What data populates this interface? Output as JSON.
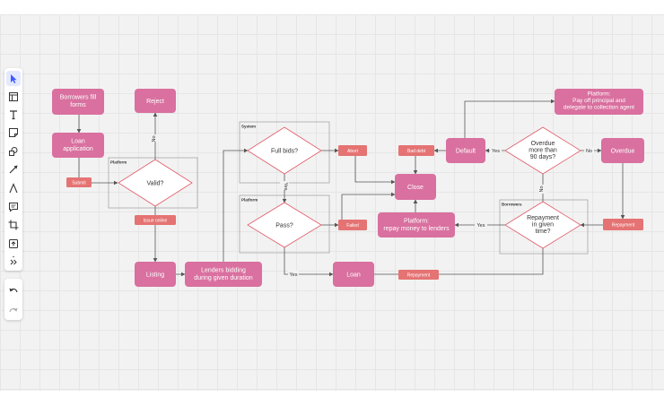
{
  "toolbar": {
    "tools": [
      {
        "name": "select-tool",
        "icon": "pointer-icon",
        "active": true
      },
      {
        "name": "frame-tool",
        "icon": "frame-icon"
      },
      {
        "name": "text-tool",
        "icon": "text-icon"
      },
      {
        "name": "sticky-note-tool",
        "icon": "sticky-note-icon"
      },
      {
        "name": "shapes-tool",
        "icon": "shapes-icon"
      },
      {
        "name": "connector-tool",
        "icon": "arrow-icon"
      },
      {
        "name": "pen-tool",
        "icon": "pen-icon"
      },
      {
        "name": "comment-tool",
        "icon": "comment-icon"
      },
      {
        "name": "crop-tool",
        "icon": "crop-icon"
      },
      {
        "name": "upload-tool",
        "icon": "upload-icon"
      },
      {
        "name": "more-tools",
        "icon": "chevron-double-right-icon"
      }
    ],
    "history": [
      {
        "name": "undo-button",
        "icon": "undo-icon"
      },
      {
        "name": "redo-button",
        "icon": "redo-icon"
      }
    ]
  },
  "colors": {
    "node_fill": "#d9709f",
    "tag_fill": "#e57373",
    "decision_stroke": "#e05a67",
    "frame_stroke": "#a6a6a6",
    "edge": "#555555",
    "text_light": "#ffffff",
    "text_dark": "#333333"
  },
  "frames": {
    "platform1": "Platform",
    "system": "System",
    "platform2": "Platform",
    "borrowers": "Borrowers"
  },
  "nodes": {
    "borrowers_fill_forms": [
      "Borrowers fill",
      "forms"
    ],
    "reject": [
      "Reject"
    ],
    "loan_application": [
      "Loan",
      "application"
    ],
    "valid": [
      "Valid?"
    ],
    "listing": [
      "Listing"
    ],
    "lenders_bidding": [
      "Lenders bidding",
      "during given duration"
    ],
    "full_bids": [
      "Full bids?"
    ],
    "pass": [
      "Pass?"
    ],
    "loan": [
      "Loan"
    ],
    "close": [
      "Close"
    ],
    "platform_repay": [
      "Platform:",
      "repay money to lenders"
    ],
    "default": [
      "Default"
    ],
    "overdue_decision": [
      "Overdue",
      "more than",
      "90 days?"
    ],
    "overdue": [
      "Overdue"
    ],
    "platform_pay_off": [
      "Platform:",
      "Pay off principal and",
      "delegate to collection agent"
    ],
    "repayment_decision": [
      "Repayment",
      "in given",
      "time?"
    ]
  },
  "tags": {
    "submit": "Submit",
    "issue_online": "Issue online",
    "abort": "Abort",
    "failed": "Failed",
    "bad_debt": "Bad debt",
    "repayment_1": "Repayment",
    "repayment_2": "Repayment"
  },
  "edge_labels": {
    "valid_no": "No",
    "full_bids_yes": "Yes",
    "pass_yes": "Yes",
    "overdue_yes": "Yes",
    "overdue_no": "No",
    "repayment_no": "No",
    "repayment_yes": "Yes"
  }
}
